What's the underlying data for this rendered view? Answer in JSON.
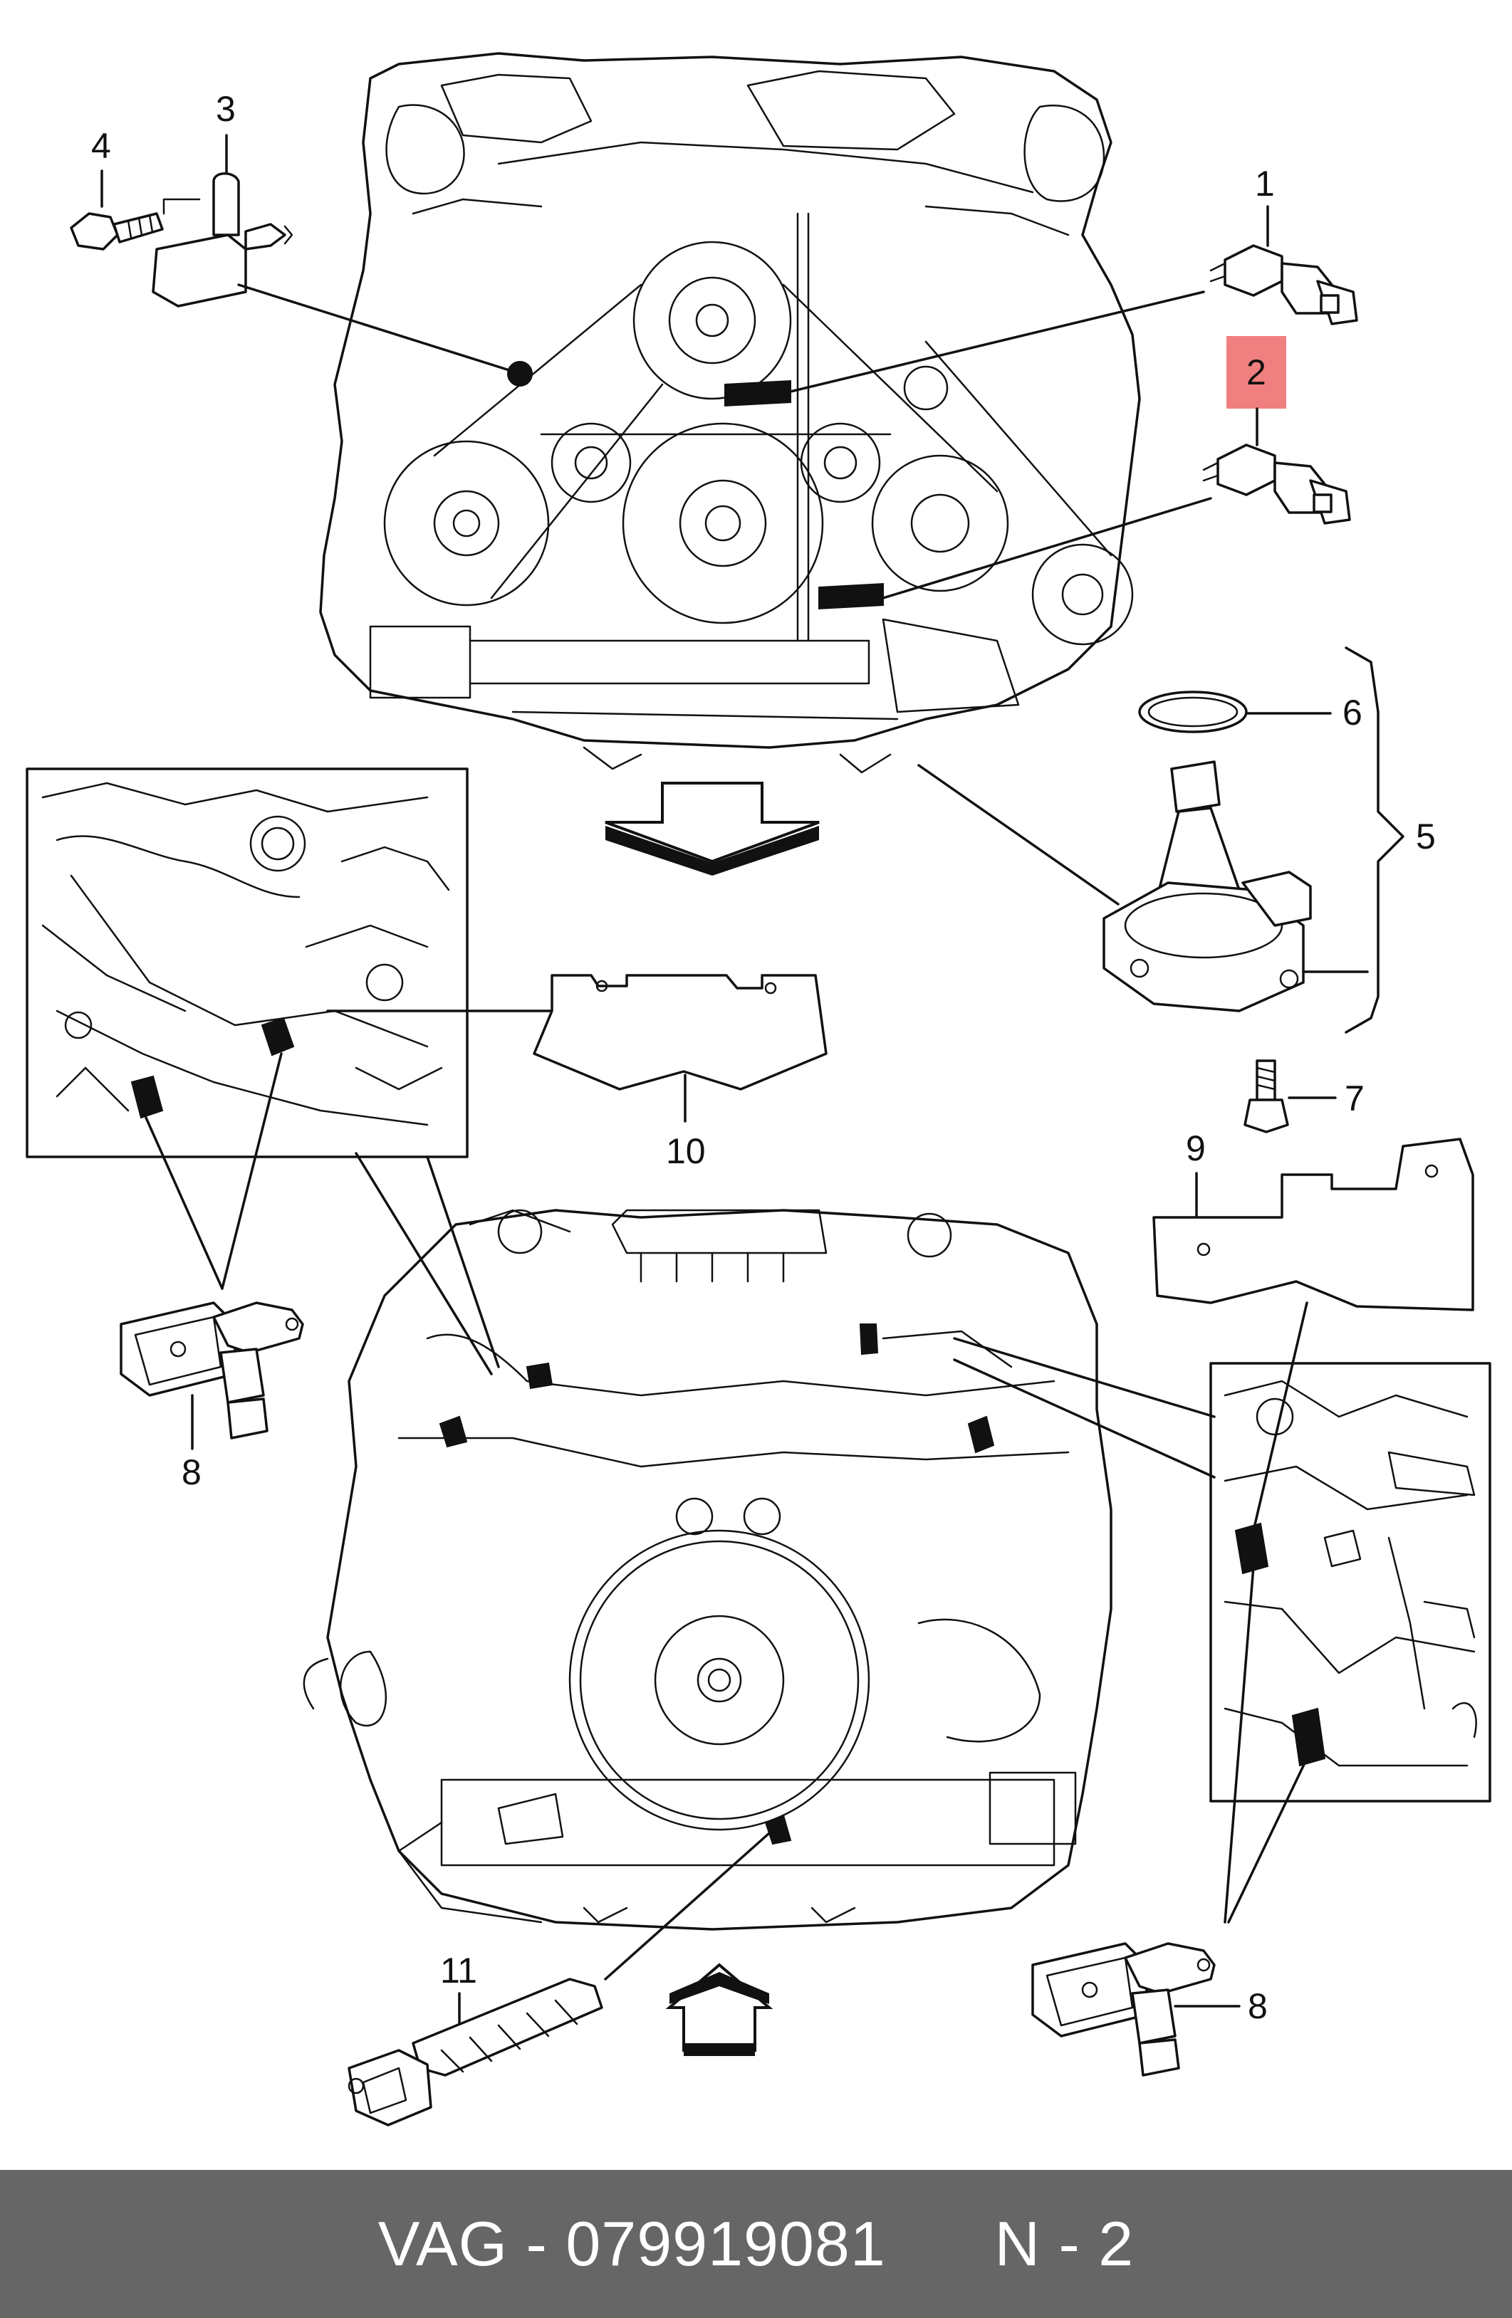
{
  "callouts": [
    {
      "id": "1",
      "label": "1"
    },
    {
      "id": "2",
      "label": "2",
      "highlighted": true
    },
    {
      "id": "3",
      "label": "3"
    },
    {
      "id": "4",
      "label": "4"
    },
    {
      "id": "5",
      "label": "5"
    },
    {
      "id": "6",
      "label": "6"
    },
    {
      "id": "7",
      "label": "7"
    },
    {
      "id": "8a",
      "label": "8"
    },
    {
      "id": "8b",
      "label": "8"
    },
    {
      "id": "9",
      "label": "9"
    },
    {
      "id": "10",
      "label": "10"
    },
    {
      "id": "11",
      "label": "11"
    }
  ],
  "highlight_color": "#f08080",
  "footer": {
    "brand": "VAG",
    "part_number": "079919081",
    "position": "N - 2",
    "background": "#666666",
    "text_color": "#ffffff"
  }
}
